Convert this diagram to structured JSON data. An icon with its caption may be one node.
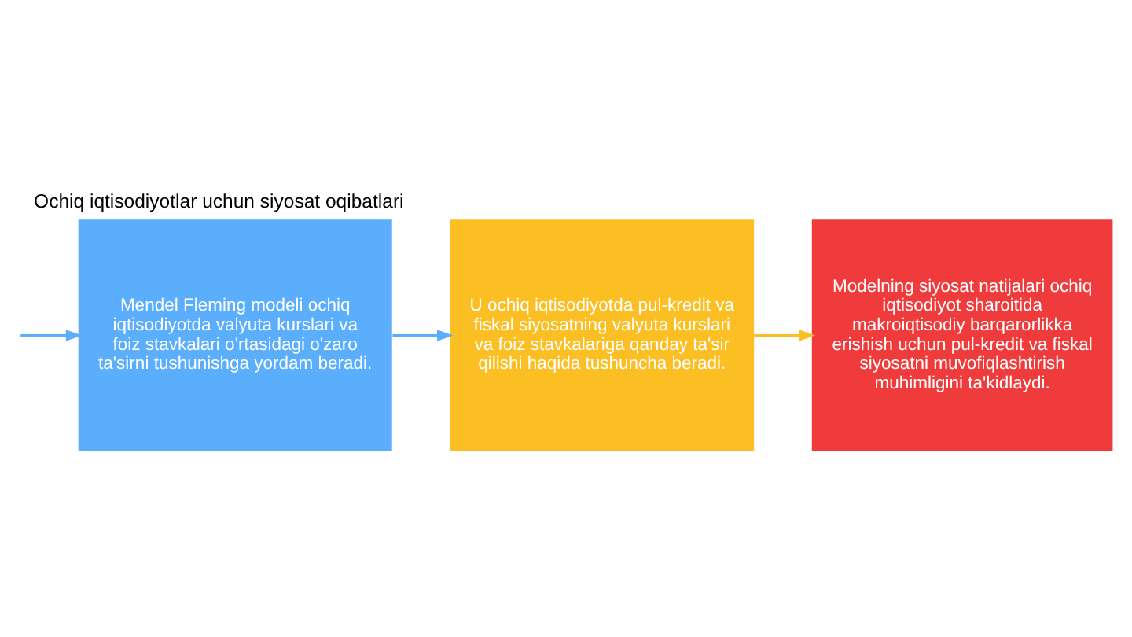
{
  "diagram": {
    "title": "Ochiq iqtisodiyotlar uchun siyosat oqibatlari",
    "nodes": [
      {
        "text": [
          "Mendel Fleming modeli ochiq iqtisodiyotda valyuta kurslari va foiz stavkalari o'rtasidagi o'zaro ta'sirni tushunishga yordam beradi."
        ]
      },
      {
        "text": [
          "U ochiq iqtisodiyotda pul-kredit va fiskal siyosatning valyuta kurslari va foiz stavkalariga qanday ta'sir qilishi haqida tushuncha beradi."
        ]
      },
      {
        "text": [
          "Modelning siyosat natijalari ochiq iqtisodiyot sharoitida makroiqtisodiy barqarorlikka erishish uchun pul-kredit va fiskal siyosatni muvofiqlashtirish muhimligini ta'kidlaydi."
        ]
      }
    ],
    "edges": [
      {
        "from": null,
        "to": 0,
        "arrow": "to"
      },
      {
        "from": 0,
        "to": 1,
        "arrow": "to"
      },
      {
        "from": 1,
        "to": 2,
        "arrow": "to",
        "color": "#fbbf24"
      }
    ]
  }
}
